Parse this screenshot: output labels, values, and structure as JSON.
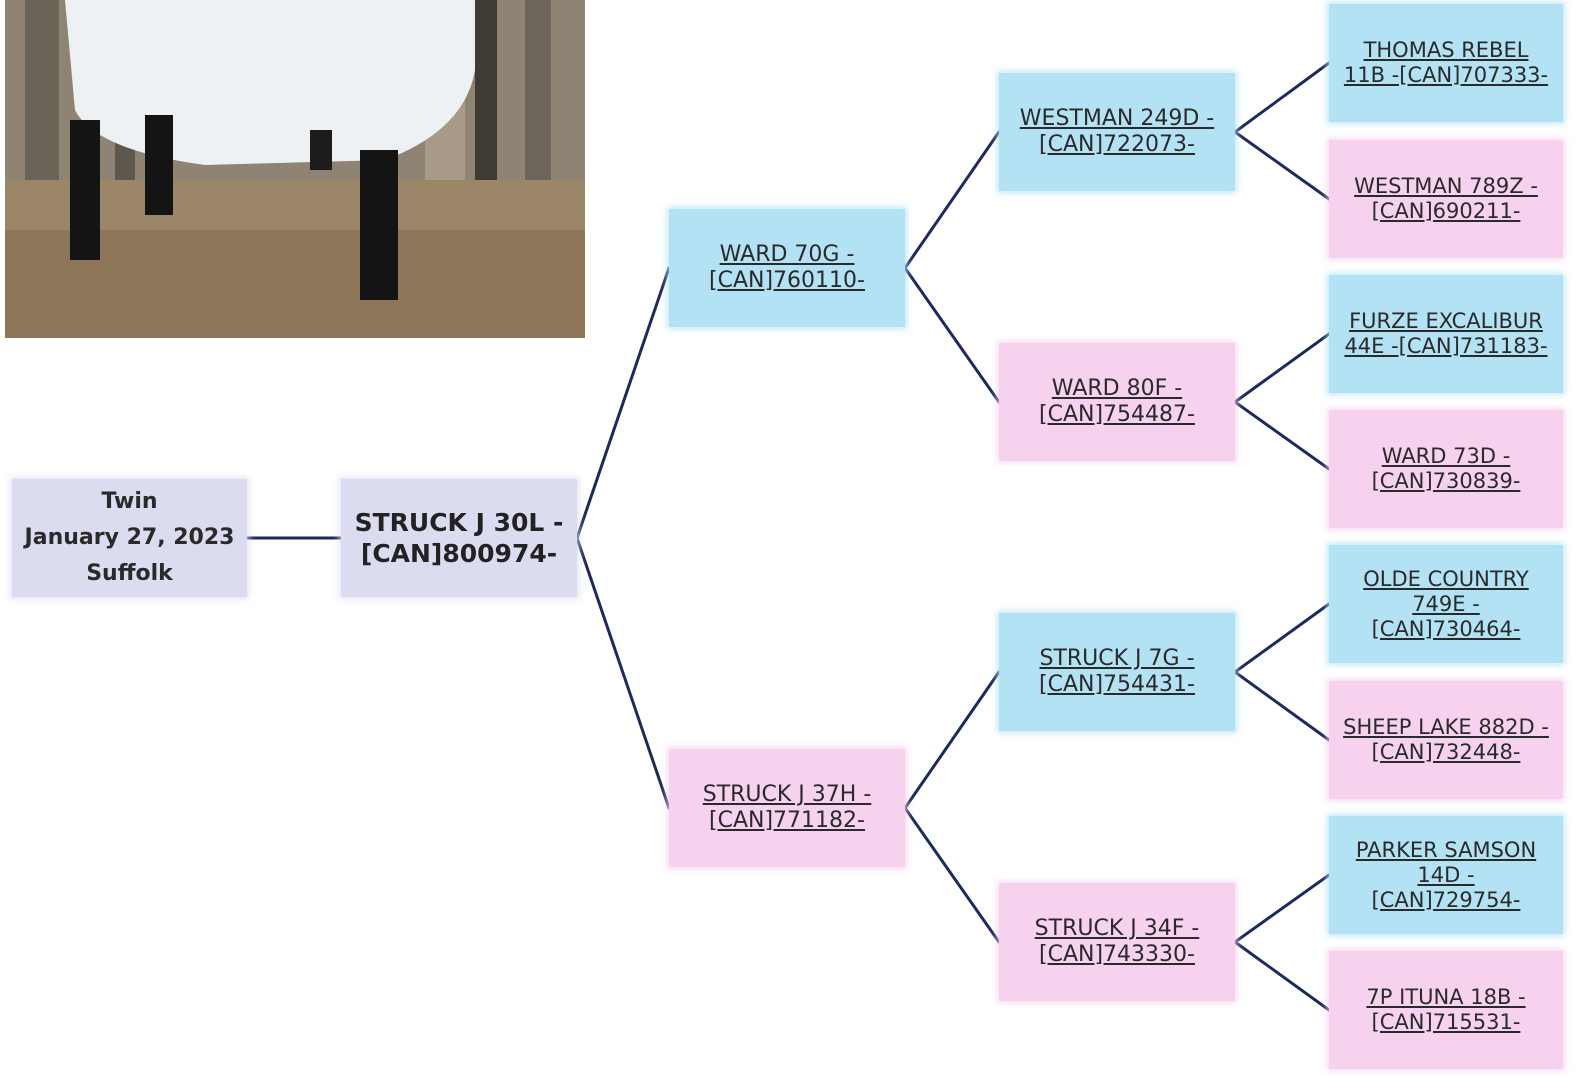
{
  "info": {
    "birth_type": "Twin",
    "birth_date": "January 27, 2023",
    "breed": "Suffolk"
  },
  "subject": {
    "line1": "STRUCK J 30L -",
    "line2": "[CAN]800974-"
  },
  "sire": {
    "line1": "WARD 70G -",
    "line2": "[CAN]760110-",
    "sire": {
      "line1": "WESTMAN 249D -",
      "line2": "[CAN]722073-",
      "sire": {
        "line1": "THOMAS REBEL",
        "line2": "11B -[CAN]707333-"
      },
      "dam": {
        "line1": "WESTMAN 789Z -",
        "line2": "[CAN]690211-"
      }
    },
    "dam": {
      "line1": "WARD 80F -",
      "line2": "[CAN]754487-",
      "sire": {
        "line1": "FURZE EXCALIBUR",
        "line2": "44E -[CAN]731183-"
      },
      "dam": {
        "line1": "WARD 73D -",
        "line2": "[CAN]730839-"
      }
    }
  },
  "dam": {
    "line1": "STRUCK J 37H -",
    "line2": "[CAN]771182-",
    "sire": {
      "line1": "STRUCK J 7G -",
      "line2": "[CAN]754431-",
      "sire": {
        "line1": "OLDE COUNTRY",
        "line2": "749E -",
        "line3": "[CAN]730464-"
      },
      "dam": {
        "line1": "SHEEP LAKE 882D -",
        "line2": "[CAN]732448-"
      }
    },
    "dam": {
      "line1": "STRUCK J 34F -",
      "line2": "[CAN]743330-",
      "sire": {
        "line1": "PARKER SAMSON",
        "line2": "14D -",
        "line3": "[CAN]729754-"
      },
      "dam": {
        "line1": "7P ITUNA 18B -",
        "line2": "[CAN]715531-"
      }
    }
  }
}
